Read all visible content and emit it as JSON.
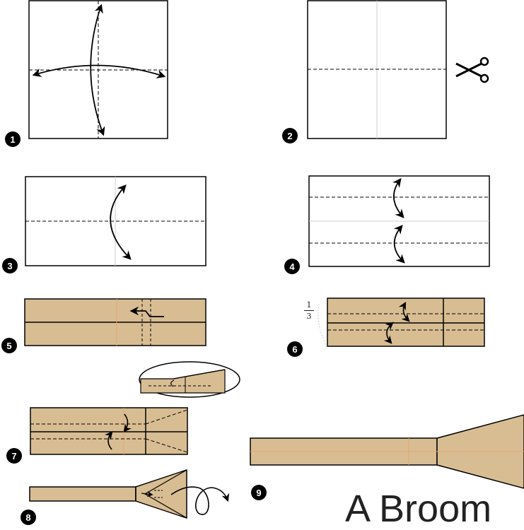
{
  "title": "A Broom",
  "fraction": {
    "numerator": "1",
    "denominator": "3"
  },
  "steps": [
    "1",
    "2",
    "3",
    "4",
    "5",
    "6",
    "7",
    "8",
    "9"
  ],
  "colors": {
    "paper": "#d8bd93",
    "line": "#000000",
    "crease": "#cccccc",
    "step_circle": "#000000",
    "step_text": "#ffffff",
    "accent_line": "#e8a36a"
  },
  "icons": {
    "cut": "scissors-icon"
  }
}
